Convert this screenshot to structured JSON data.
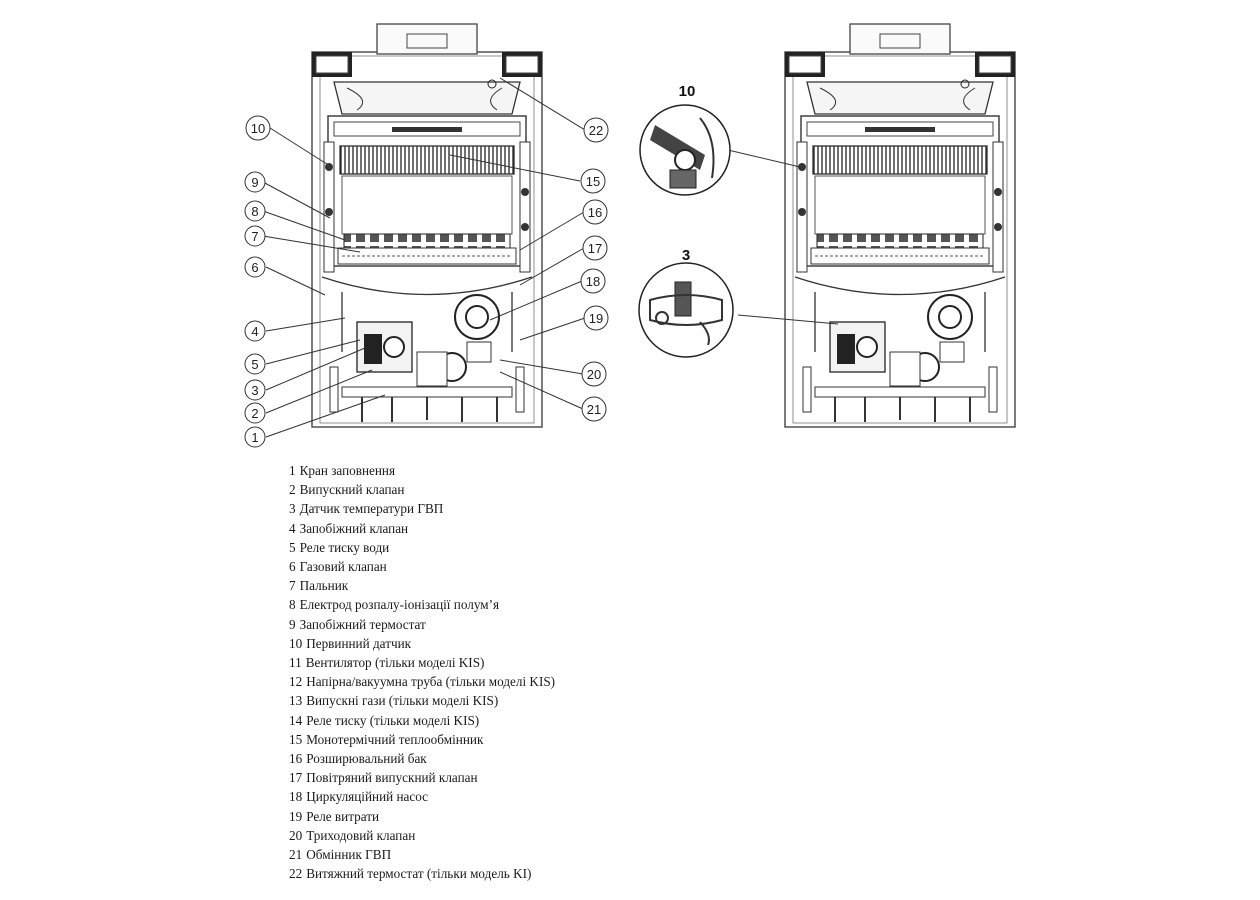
{
  "callouts": [
    "1",
    "2",
    "3",
    "4",
    "5",
    "6",
    "7",
    "8",
    "9",
    "10",
    "15",
    "16",
    "17",
    "18",
    "19",
    "20",
    "21",
    "22"
  ],
  "details": [
    "10",
    "3"
  ],
  "legend": [
    {
      "num": "1",
      "text": "Кран заповнення"
    },
    {
      "num": "2",
      "text": "Випускний клапан"
    },
    {
      "num": "3",
      "text": "Датчик температури ГВП"
    },
    {
      "num": "4",
      "text": "Запобіжний клапан"
    },
    {
      "num": "5",
      "text": "Реле тиску води"
    },
    {
      "num": "6",
      "text": "Газовий клапан"
    },
    {
      "num": "7",
      "text": "Пальник"
    },
    {
      "num": "8",
      "text": "Електрод розпалу-іонізації полум’я"
    },
    {
      "num": "9",
      "text": "Запобіжний термостат"
    },
    {
      "num": "10",
      "text": "Первинний датчик"
    },
    {
      "num": "11",
      "text": "Вентилятор (тільки моделі KIS)"
    },
    {
      "num": "12",
      "text": "Напірна/вакуумна труба (тільки моделі KIS)"
    },
    {
      "num": "13",
      "text": "Випускні гази (тільки моделі KIS)"
    },
    {
      "num": "14",
      "text": "Реле тиску (тільки моделі KIS)"
    },
    {
      "num": "15",
      "text": "Монотермічний теплообмінник"
    },
    {
      "num": "16",
      "text": "Розширювальний бак"
    },
    {
      "num": "17",
      "text": "Повітряний випускний клапан"
    },
    {
      "num": "18",
      "text": "Циркуляційний насос"
    },
    {
      "num": "19",
      "text": "Реле витрати"
    },
    {
      "num": "20",
      "text": "Триходовий клапан"
    },
    {
      "num": "21",
      "text": "Обмінник ГВП"
    },
    {
      "num": "22",
      "text": "Витяжний термостат (тільки модель KI)"
    }
  ]
}
